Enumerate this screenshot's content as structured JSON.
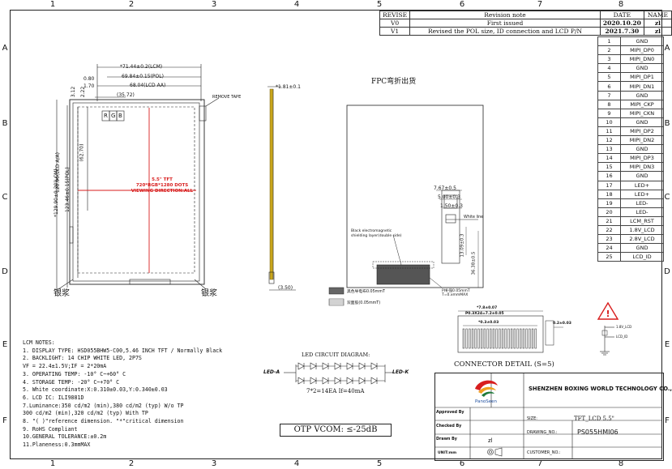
{
  "grid": {
    "columns": [
      "1",
      "2",
      "3",
      "4",
      "5",
      "6",
      "7",
      "8"
    ],
    "rows": [
      "A",
      "B",
      "C",
      "D",
      "E",
      "F"
    ]
  },
  "revision_table": {
    "headers": [
      "REVISE",
      "Revision note",
      "DATE",
      "NAME"
    ],
    "rows": [
      {
        "rev": "V0",
        "note": "First issued",
        "date": "2020.10.20",
        "name": "zl"
      },
      {
        "rev": "V1",
        "note": "Revised the POL size, ID connection and LCD P/N",
        "date": "2021.7.30",
        "name": "zl"
      }
    ]
  },
  "pins": [
    {
      "no": "1",
      "name": "GND"
    },
    {
      "no": "2",
      "name": "MIPI_DP0"
    },
    {
      "no": "3",
      "name": "MIPI_DN0"
    },
    {
      "no": "4",
      "name": "GND"
    },
    {
      "no": "5",
      "name": "MIPI_DP1"
    },
    {
      "no": "6",
      "name": "MIPI_DN1"
    },
    {
      "no": "7",
      "name": "GND"
    },
    {
      "no": "8",
      "name": "MIPI_CKP"
    },
    {
      "no": "9",
      "name": "MIPI_CKN"
    },
    {
      "no": "10",
      "name": "GND"
    },
    {
      "no": "11",
      "name": "MIPI_DP2"
    },
    {
      "no": "12",
      "name": "MIPI_DN2"
    },
    {
      "no": "13",
      "name": "GND"
    },
    {
      "no": "14",
      "name": "MIPI_DP3"
    },
    {
      "no": "15",
      "name": "MIPI_DN3"
    },
    {
      "no": "16",
      "name": "GND"
    },
    {
      "no": "17",
      "name": "LED+"
    },
    {
      "no": "18",
      "name": "LED+"
    },
    {
      "no": "19",
      "name": "LED-"
    },
    {
      "no": "20",
      "name": "LED-"
    },
    {
      "no": "21",
      "name": "LCM_RST"
    },
    {
      "no": "22",
      "name": "1.8V_LCD"
    },
    {
      "no": "23",
      "name": "2.8V_LCD"
    },
    {
      "no": "24",
      "name": "GND"
    },
    {
      "no": "25",
      "name": "LCD_ID"
    }
  ],
  "front_view": {
    "dims": {
      "lcm_width": "*71.44±0.2(LCM)",
      "pol_width": "69.84±0.15(POL)",
      "aa_width": "68.04(LCD AA)",
      "d080": "0.80",
      "d170": "1.70",
      "d222": "2.22",
      "d312": "3.12",
      "d3572": "(35.72)",
      "d6270": "(62.70)",
      "aa_height": "120.96(LCD A/A)",
      "pol_height": "123.46±0.15(POL)",
      "lcm_height": "*129.90±0.20(LCM)"
    },
    "remove_tape": "REMOVE TAPE",
    "rgb": [
      "R",
      "G",
      "B"
    ],
    "center_lines": [
      "5.5\" TFT",
      "720*RGB*1280 DOTS",
      "VIEWING DIRECTION:ALL"
    ],
    "silver_left": "银浆",
    "silver_right": "银浆"
  },
  "side_view": {
    "thickness": "*1.81±0.1",
    "tail": "(3.50)"
  },
  "fpc_view": {
    "title": "FPC弯折出货",
    "d767": "7.67±0.5",
    "d500": "5.00±0.3",
    "d150": "1.50±0.3",
    "white_line": "White line",
    "emi_note": "Black electromagnetic shielding layer(double side)",
    "d1309": "13.09±0.3",
    "d3638": "36.38±0.5",
    "stiffener": "PI补强0.05mmT",
    "stiffener2": "T=0.xmmMAX",
    "legend_1": "黑色导电布0.05mmT",
    "legend_2": "双面胶(0.05mmT)"
  },
  "connector": {
    "title": "CONNECTOR DETAIL (S=5)",
    "dim_a": "*7.8±0.07",
    "dim_b": "P0.3X24=7.2±0.05",
    "dim_c": "0.2±0.03",
    "dim_d": "*0.3±0.03"
  },
  "circuit": {
    "title": "LED CIRCUIT DIAGRAM:",
    "led_a": "LED-A",
    "led_k": "LED-K",
    "formula": "7*2=14EA   If=40mA",
    "id_labels": [
      "1.8V_LCD",
      "LCD_ID"
    ]
  },
  "notes": [
    "LCM NOTES:",
    "1. DISPLAY TYPE: HSD055BHW5-C00,5.46 INCH TFT / Normally Black",
    "2. BACKLIGHT: 14 CHIP WHITE LED, 2P7S",
    "                  VF = 22.4±1.5V;IF = 2*20mA",
    "3. OPERATING TEMP: -10° C~+60° C",
    "4. STORAGE TEMP: -20° C~+70° C",
    "5. White coordinate:X:0.310±0.03,Y:0.340±0.03",
    "6. LCD IC: ILI9881D",
    "7.Luminance:350 cd/m2 (min),380 cd/m2 (typ) W/o TP",
    "            300 cd/m2 (min),320 cd/m2 (typ) With TP",
    "8. \"( )\"reference dimension. \"*\"critical dimension",
    "9. RoHS Compliant",
    "10.GENERAL TOLERANCE:±0.2m",
    "11.Planeness:0.3mmMAX"
  ],
  "otp": "OTP VCOM: ≤-25dB",
  "title_block": {
    "company": "SHENZHEN BOXING WORLD TECHNOLOGY CO.,LTD",
    "logo_text": "PanoSeen",
    "approved_by": "Approved By",
    "checked_by": "Checked By",
    "drawn_by": "Drawn By",
    "drawn_name": "zl",
    "unit": "UNIT:mm",
    "size_label": "SIZE:",
    "size_value": "TFT_LCD  5.5\"",
    "drawing_label": "DRAWING_NO.:",
    "drawing_value": "PS055HMI06",
    "customer_label": "CUSTOMER_NO.:"
  },
  "colors": {
    "red": "#d81e1e",
    "panel_yellow": "#c8a51a"
  }
}
